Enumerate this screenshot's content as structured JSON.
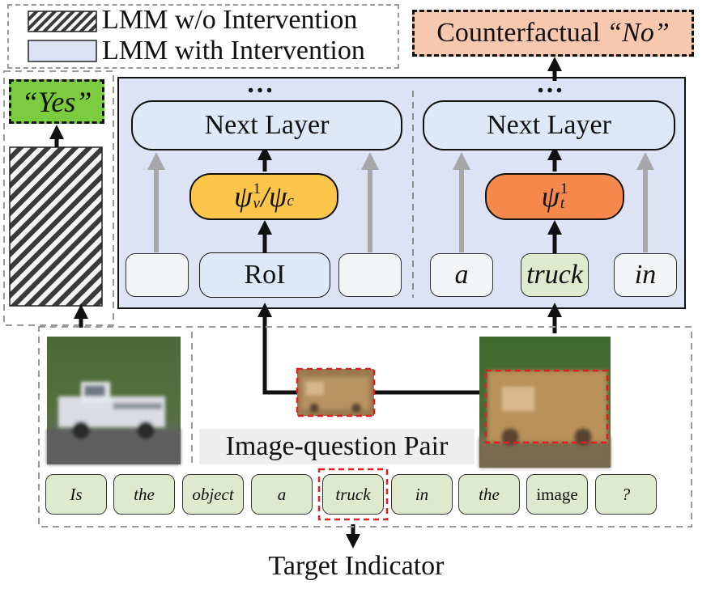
{
  "legend": {
    "without_label": "LMM w/o Intervention",
    "with_label": "LMM with Intervention"
  },
  "outputs": {
    "yes_label": "“Yes”",
    "counterfactual_prefix": "Counterfactual",
    "counterfactual_answer": "“No”"
  },
  "lmm_with": {
    "ellipsis": "…",
    "left": {
      "next_layer_label": "Next Layer",
      "psi_v": "ψ",
      "psi_v_sup": "1",
      "psi_v_sub": "v",
      "psi_sep": "/ψ",
      "psi_c_sub": "c",
      "roi_label": "RoI"
    },
    "right": {
      "next_layer_label": "Next Layer",
      "psi_t": "ψ",
      "psi_t_sup": "1",
      "psi_t_sub": "t",
      "tokens": [
        "a",
        "truck",
        "in"
      ]
    }
  },
  "bottom": {
    "pair_label": "Image-question Pair",
    "question_tokens": [
      "Is",
      "the",
      "object",
      "a",
      "truck",
      "in",
      "the",
      "image",
      "?"
    ],
    "target_indicator_label": "Target Indicator"
  },
  "colors": {
    "panel_fill": "#dde2f4",
    "node_fill": "#dde9f6",
    "yellow_op": "#fcc64a",
    "orange_op": "#f5884a",
    "yes_fill": "#7ccc40",
    "counterfactual_fill": "#f7c8ae",
    "token_green": "#dfe9cd",
    "target_red": "#e02020",
    "gray_arrow": "#a7a7a7"
  }
}
